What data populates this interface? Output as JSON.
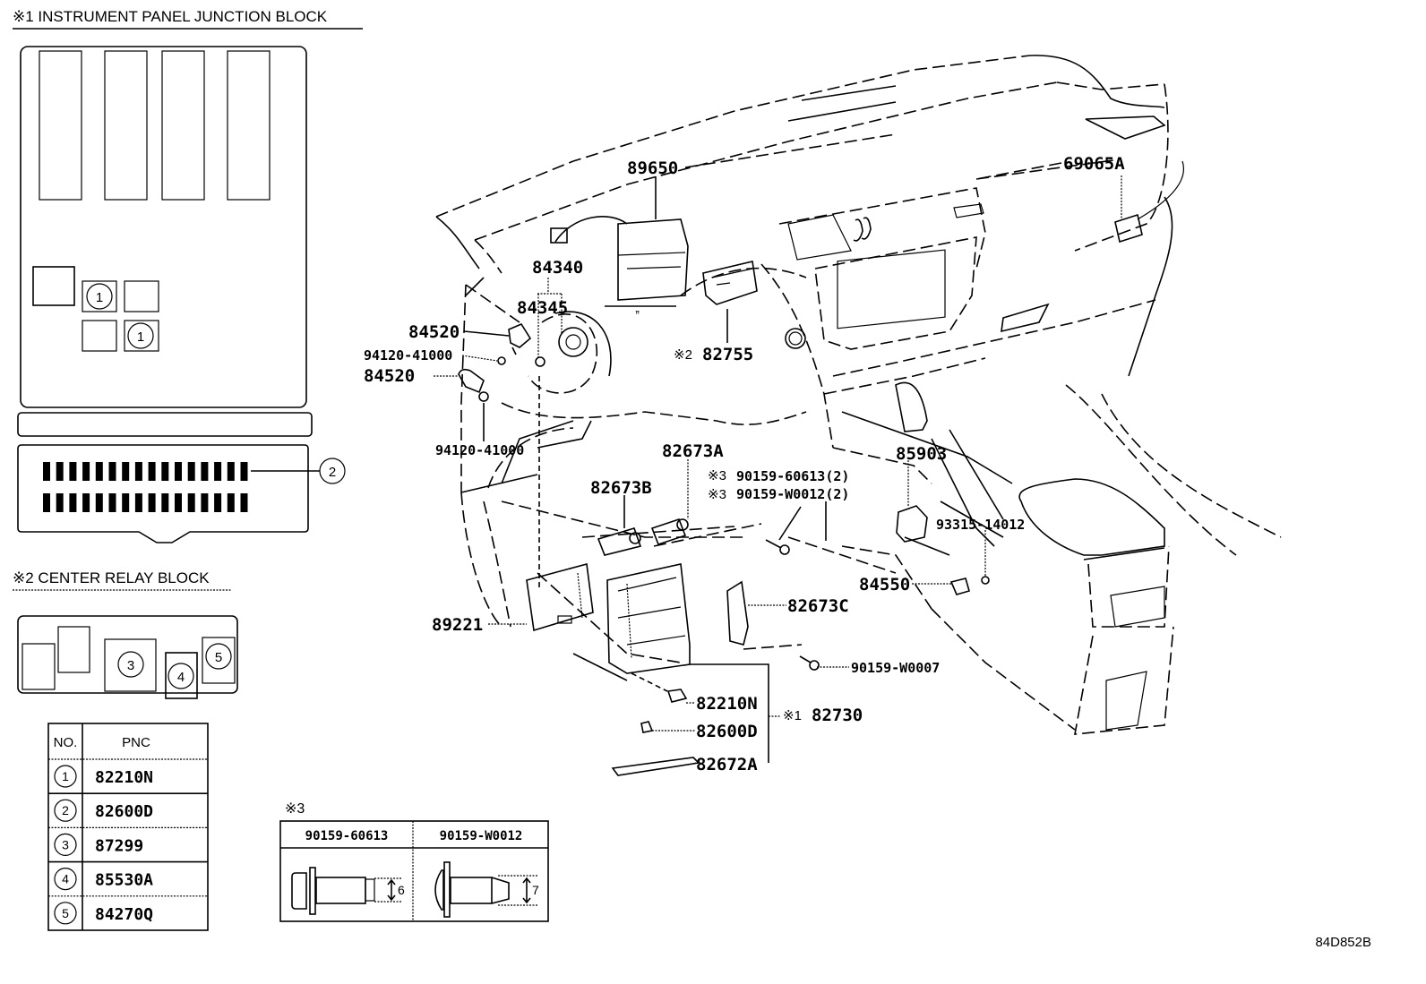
{
  "diagram_id": "84D852B",
  "colors": {
    "line": "#000000",
    "background": "#ffffff"
  },
  "note_marker": "※",
  "inset1": {
    "title": "※1 INSTRUMENT PANEL JUNCTION BLOCK",
    "callout_1": "1",
    "callout_2": "2"
  },
  "inset2": {
    "title": "※2 CENTER RELAY BLOCK",
    "callout_3": "3",
    "callout_4": "4",
    "callout_5": "5"
  },
  "pnc_table": {
    "headers": [
      "NO.",
      "PNC"
    ],
    "rows": [
      {
        "no": "1",
        "pnc": "82210N"
      },
      {
        "no": "2",
        "pnc": "82600D"
      },
      {
        "no": "3",
        "pnc": "87299"
      },
      {
        "no": "4",
        "pnc": "85530A"
      },
      {
        "no": "5",
        "pnc": "84270Q"
      }
    ]
  },
  "inset3": {
    "title": "※3",
    "columns": [
      {
        "part": "90159-60613",
        "dimension": "6"
      },
      {
        "part": "90159-W0012",
        "dimension": "7"
      }
    ]
  },
  "callouts": {
    "c89650": "89650",
    "c69065A": "69065A",
    "c84340": "84340",
    "c84345": "84345",
    "c84520a": "84520",
    "c94120a": "94120-41000",
    "c84520b": "84520",
    "c94120b": "94120-41000",
    "c82755_mark": "※2",
    "c82755": "82755",
    "c82673A": "82673A",
    "c82673B": "82673B",
    "c90159_60613_mark": "※3",
    "c90159_60613": "90159-60613(2)",
    "c90159_W0012_mark": "※3",
    "c90159_W0012": "90159-W0012(2)",
    "c85903": "85903",
    "c93315": "93315-14012",
    "c84550": "84550",
    "c89221": "89221",
    "c82673C": "82673C",
    "c90159_W0007": "90159-W0007",
    "c82210N": "82210N",
    "c82730_mark": "※1",
    "c82730": "82730",
    "c82600D": "82600D",
    "c82672A": "82672A"
  }
}
